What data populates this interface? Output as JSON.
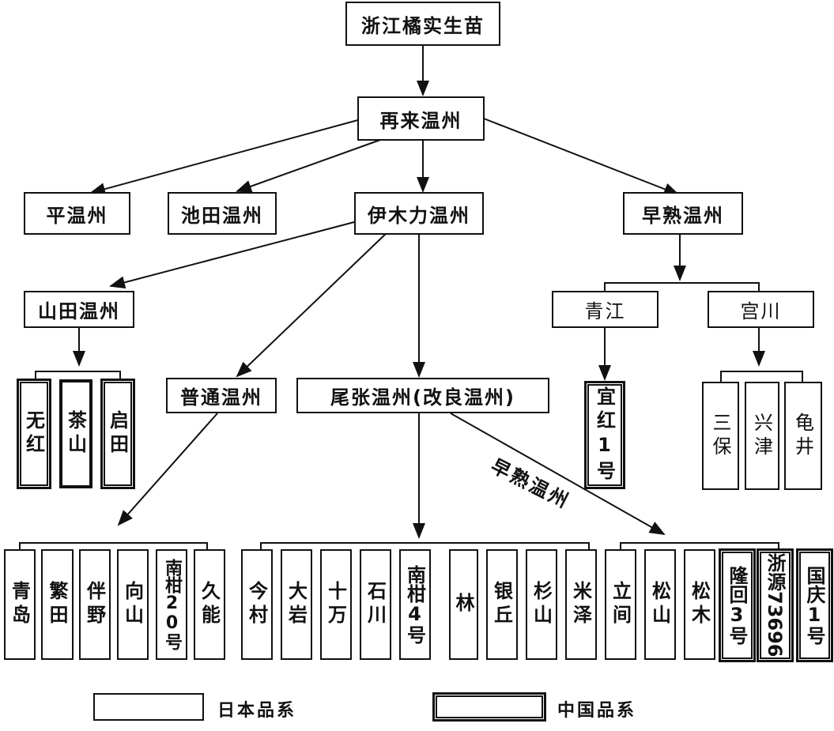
{
  "root": "浙江橘实生苗",
  "level1": "再来温州",
  "level2": [
    "平温州",
    "池田温州",
    "伊木力温州",
    "早熟温州"
  ],
  "yamada": {
    "label": "山田温州",
    "children": [
      "无红",
      "茶山",
      "启田"
    ]
  },
  "early": {
    "qingjiang": {
      "label": "青江",
      "children": [
        "宜红1号"
      ]
    },
    "miyagawa": {
      "label": "宫川",
      "children": [
        "三保",
        "兴津",
        "龟井"
      ]
    }
  },
  "futsu": {
    "label": "普通温州",
    "children": [
      "青岛",
      "繁田",
      "伴野",
      "向山",
      "南柑20号",
      "久能"
    ]
  },
  "owari": {
    "label": "尾张温州(改良温州)",
    "children": [
      "今村",
      "大岩",
      "十万",
      "石川",
      "南柑4号",
      "林",
      "银丘",
      "杉山",
      "米泽"
    ]
  },
  "owari_early": {
    "label": "早熟温州",
    "children": [
      "立间",
      "松山",
      "松木",
      "隆回3号",
      "浙源73696",
      "国庆1号"
    ]
  },
  "legend": {
    "japan": "日本品系",
    "china": "中国品系"
  }
}
